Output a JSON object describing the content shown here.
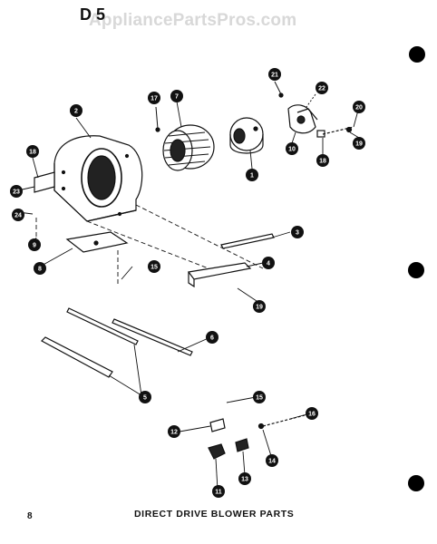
{
  "page_code": "D 5",
  "watermark": "AppliancePartsPros.com",
  "caption": "DIRECT DRIVE BLOWER PARTS",
  "page_number": "8",
  "callouts": [
    {
      "id": "c2",
      "label": "2"
    },
    {
      "id": "c17",
      "label": "17"
    },
    {
      "id": "c7",
      "label": "7"
    },
    {
      "id": "c1",
      "label": "1"
    },
    {
      "id": "c21",
      "label": "21"
    },
    {
      "id": "c22",
      "label": "22"
    },
    {
      "id": "c20",
      "label": "20"
    },
    {
      "id": "c10",
      "label": "10"
    },
    {
      "id": "c18a",
      "label": "18"
    },
    {
      "id": "c19a",
      "label": "19"
    },
    {
      "id": "c18b",
      "label": "18"
    },
    {
      "id": "c23",
      "label": "23"
    },
    {
      "id": "c24",
      "label": "24"
    },
    {
      "id": "c9",
      "label": "9"
    },
    {
      "id": "c3",
      "label": "3"
    },
    {
      "id": "c8",
      "label": "8"
    },
    {
      "id": "c15a",
      "label": "15"
    },
    {
      "id": "c4",
      "label": "4"
    },
    {
      "id": "c19b",
      "label": "19"
    },
    {
      "id": "c6",
      "label": "6"
    },
    {
      "id": "c5",
      "label": "5"
    },
    {
      "id": "c15b",
      "label": "15"
    },
    {
      "id": "c12",
      "label": "12"
    },
    {
      "id": "c16",
      "label": "16"
    },
    {
      "id": "c14",
      "label": "14"
    },
    {
      "id": "c11",
      "label": "11"
    },
    {
      "id": "c13",
      "label": "13"
    }
  ]
}
